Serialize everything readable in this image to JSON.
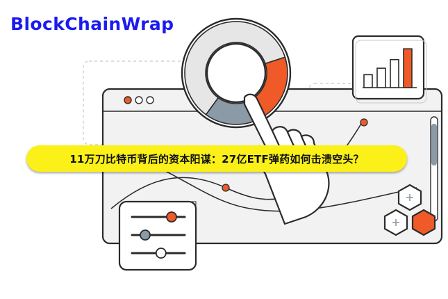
{
  "brand": {
    "name": "BlockChainWrap"
  },
  "headline": {
    "text": "11万刀比特币背后的资本阳谋：27亿ETF弹药如何击溃空头？"
  },
  "illustration": {
    "colors": {
      "accent": "#f05a28",
      "accent_light": "#f8a78a",
      "slate": "#8a9aa6",
      "outline": "#2b2b2b",
      "panel": "#f2f2f2",
      "banner": "#fbf118",
      "brand": "#1b1bf0"
    },
    "icons": [
      "donut-chart-icon",
      "bar-chart-icon",
      "pointing-hand-icon",
      "slider-panel-icon",
      "hexagon-cluster-icon",
      "window-dots-icon"
    ],
    "donut_segments": [
      {
        "name": "accent",
        "fraction": 0.22
      },
      {
        "name": "slate",
        "fraction": 0.18
      },
      {
        "name": "light",
        "fraction": 0.6
      }
    ],
    "bar_levels": [
      0.3,
      0.45,
      0.65,
      0.9
    ],
    "slider_levels": [
      0.75,
      0.25,
      0.55
    ]
  }
}
